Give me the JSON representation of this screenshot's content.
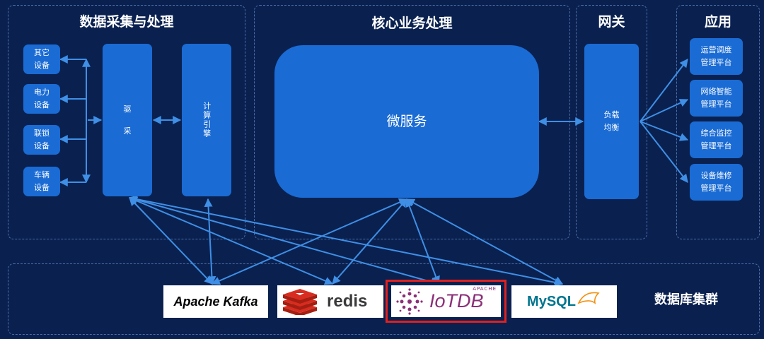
{
  "sections": {
    "data_collection": "数据采集与处理",
    "core_business": "核心业务处理",
    "gateway": "网关",
    "application": "应用",
    "db_cluster": "数据库集群"
  },
  "devices": [
    {
      "label": "其它\n设备"
    },
    {
      "label": "电力\n设备"
    },
    {
      "label": "联锁\n设备"
    },
    {
      "label": "车辆\n设备"
    }
  ],
  "driver": "驱\n\n采",
  "compute_engine": "计算引擎",
  "microservice": "微服务",
  "load_balancer": "负载\n均衡",
  "apps": [
    {
      "label": "运营调度\n管理平台"
    },
    {
      "label": "网络智能\n管理平台"
    },
    {
      "label": "综合监控\n管理平台"
    },
    {
      "label": "设备维修\n管理平台"
    }
  ],
  "databases": {
    "kafka": "Apache Kafka",
    "redis": "redis",
    "iotdb_top": "APACHE",
    "iotdb": "IoTDB",
    "mysql": "MySQL"
  },
  "colors": {
    "background": "#0a2150",
    "box": "#1a6bd4",
    "arrow": "#3f8fe6",
    "highlight": "#e02020"
  }
}
